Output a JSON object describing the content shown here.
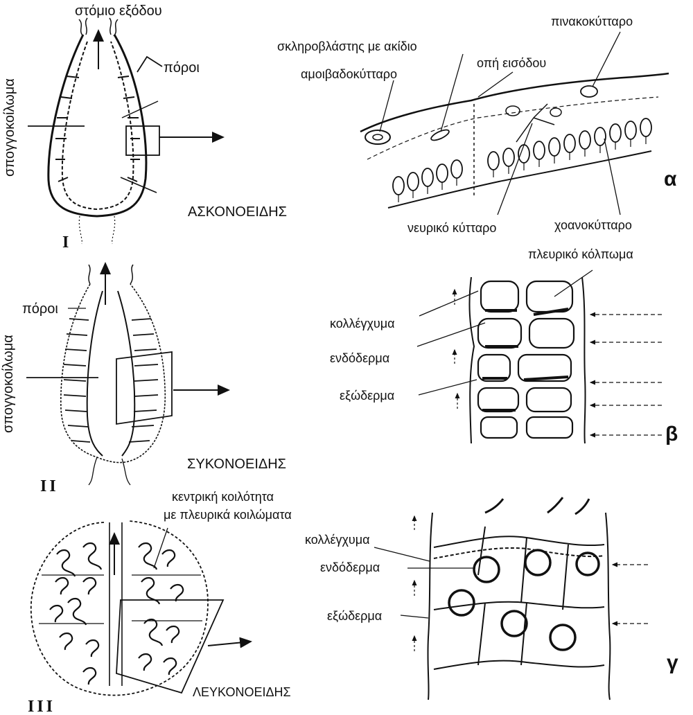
{
  "panels": {
    "asconoid": {
      "roman": "I",
      "type_label": "ΑΣΚΟΝΟΕΙΔΗΣ",
      "osculum": "στόμιο εξόδου",
      "pores": "πόροι",
      "spongocoel": "σπογγοκοίλωμα"
    },
    "syconoid": {
      "roman": "II",
      "type_label": "ΣΥΚΟΝΟΕΙΔΗΣ",
      "pores": "πόροι",
      "spongocoel": "σπογγοκοίλωμα"
    },
    "leuconoid": {
      "roman": "III",
      "type_label": "ΛΕΥΚΟΝΟΕΙΔΗΣ",
      "central_cavity_line1": "κεντρική κοιλότητα",
      "central_cavity_line2": "με πλευρικά κοιλώματα"
    }
  },
  "detail_a": {
    "letter": "α",
    "pinacocyte": "πινακοκύτταρο",
    "sclerocyte": "σκληροβλάστης με ακίδιο",
    "inlet": "οπή εισόδου",
    "amoebocyte": "αμοιβαδοκύτταρο",
    "nerve_cell": "νευρικό κύτταρο",
    "choanocyte": "χοανοκύτταρο"
  },
  "detail_b": {
    "letter": "β",
    "lateral_pocket": "πλευρικό κόλπωμα",
    "collenchyma": "κολλέγχυμα",
    "endoderm": "ενδόδερμα",
    "ectoderm": "εξώδερμα"
  },
  "detail_c": {
    "letter": "γ",
    "collenchyma": "κολλέγχυμα",
    "endoderm": "ενδόδερμα",
    "ectoderm": "εξώδερμα"
  },
  "colors": {
    "ink": "#111111",
    "paper": "#ffffff"
  }
}
